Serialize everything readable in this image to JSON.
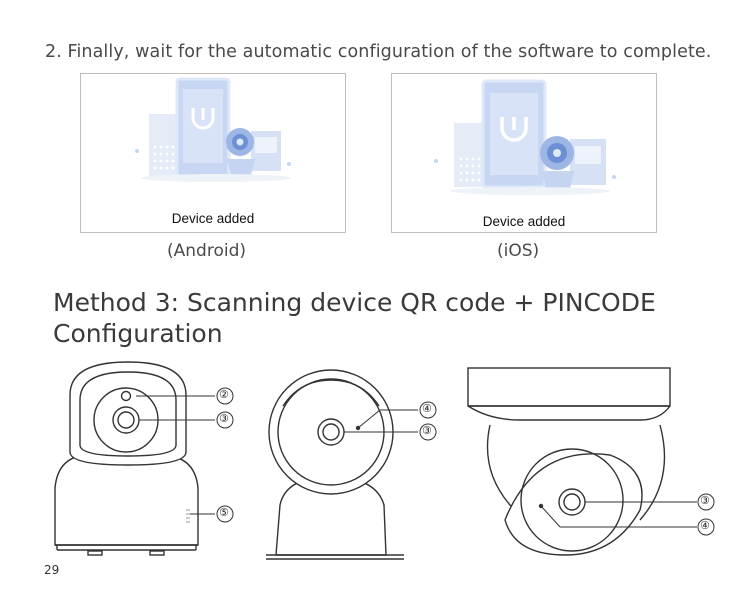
{
  "step_text": "2. Finally, wait for the automatic configuration of the software to complete.",
  "screens": [
    {
      "label": "Device added",
      "caption": "(Android)"
    },
    {
      "label": "Device added",
      "caption": "(iOS)"
    }
  ],
  "method_title": "Method 3: Scanning device QR code + PINCODE Configuration",
  "callouts": {
    "left_cam": [
      "②",
      "③",
      "⑤"
    ],
    "middle_cam": [
      "④",
      "③"
    ],
    "dome_cam": [
      "③",
      "④"
    ]
  },
  "page_number": "29"
}
